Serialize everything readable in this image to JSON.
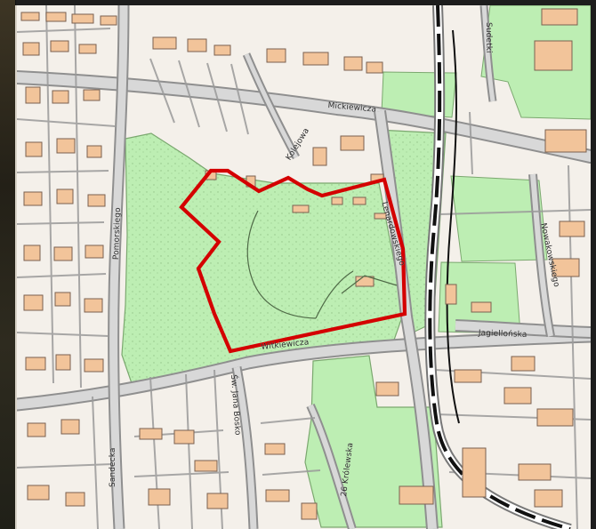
{
  "map": {
    "streets": {
      "mickiewicza": "Mickiewicza",
      "witkiewicza": "Witkiewicza",
      "jagiellonska": "Jagiellońska",
      "pomorska": "Pomorskiego",
      "lenardowskiego": "Lenardowskiego",
      "sandecka": "Sandecka",
      "kolejowa": "Kolejowa",
      "jana_bosko": "Św. Jana Bosko",
      "krolewska": "26 Królewska",
      "nowakowskiego": "Nowakowskiego",
      "sudelki": "Sudetki"
    },
    "colors": {
      "background": "#f4f0ea",
      "street": "#d8d8d8",
      "street_outline": "#8f8f8f",
      "building": "#f2c49a",
      "building_outline": "#7a6150",
      "park": "#bdeeb3",
      "park_outline": "#7ba86f",
      "highlight": "#d40000",
      "rail": "#111111"
    },
    "icons": {
      "highlight_area": "highlighted-site-outline",
      "rail_line": "railway-line"
    }
  }
}
